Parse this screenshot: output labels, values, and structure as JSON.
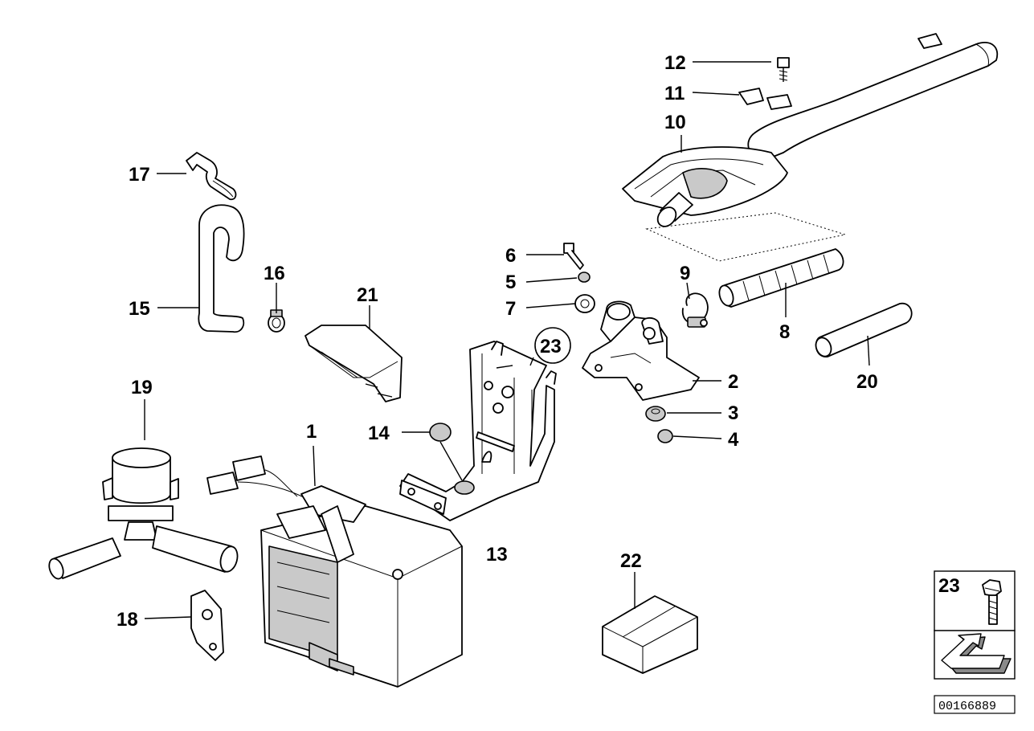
{
  "diagram": {
    "callouts": [
      "1",
      "2",
      "3",
      "4",
      "5",
      "6",
      "7",
      "8",
      "9",
      "10",
      "11",
      "12",
      "13",
      "14",
      "15",
      "16",
      "17",
      "18",
      "19",
      "20",
      "21",
      "22",
      "23"
    ],
    "circled_callout": "23",
    "legend_label": "23",
    "reference_number": "00166889"
  }
}
